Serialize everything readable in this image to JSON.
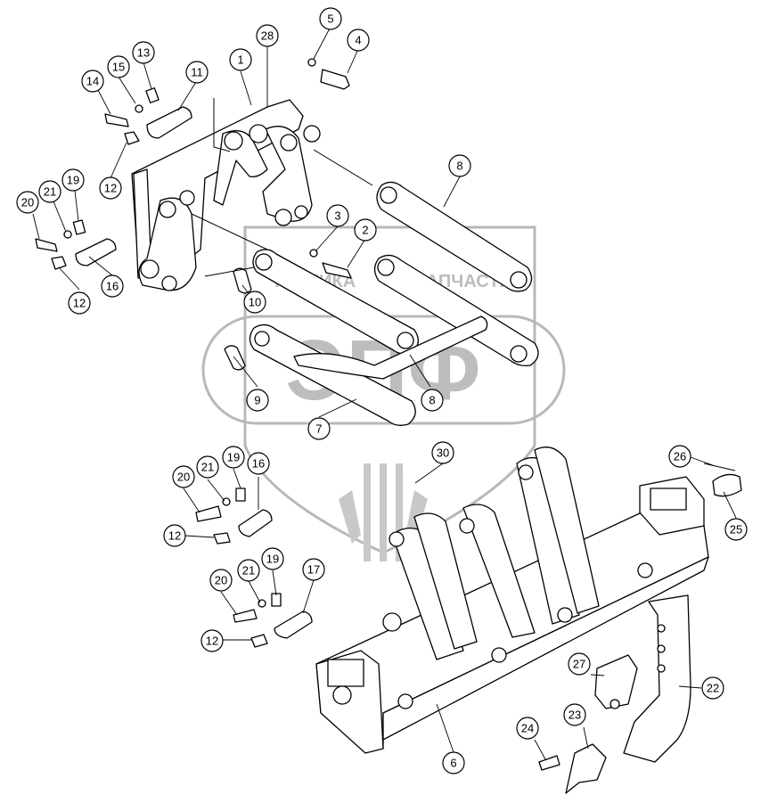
{
  "watermark": {
    "brand_text": "ЭПФ",
    "tagline_left": "ТЕХНИКА",
    "tagline_sep": "+",
    "tagline_right": "ЗАПЧАСТИ",
    "color": "#bdbdbd"
  },
  "callouts": [
    {
      "label": "1"
    },
    {
      "label": "28"
    },
    {
      "label": "5"
    },
    {
      "label": "4"
    },
    {
      "label": "13"
    },
    {
      "label": "15"
    },
    {
      "label": "14"
    },
    {
      "label": "11"
    },
    {
      "label": "12"
    },
    {
      "label": "8"
    },
    {
      "label": "20"
    },
    {
      "label": "21"
    },
    {
      "label": "19"
    },
    {
      "label": "3"
    },
    {
      "label": "2"
    },
    {
      "label": "12"
    },
    {
      "label": "16"
    },
    {
      "label": "10"
    },
    {
      "label": "9"
    },
    {
      "label": "8"
    },
    {
      "label": "7"
    },
    {
      "label": "30"
    },
    {
      "label": "26"
    },
    {
      "label": "20"
    },
    {
      "label": "21"
    },
    {
      "label": "19"
    },
    {
      "label": "16"
    },
    {
      "label": "25"
    },
    {
      "label": "12"
    },
    {
      "label": "20"
    },
    {
      "label": "21"
    },
    {
      "label": "19"
    },
    {
      "label": "17"
    },
    {
      "label": "12"
    },
    {
      "label": "27"
    },
    {
      "label": "22"
    },
    {
      "label": "23"
    },
    {
      "label": "24"
    },
    {
      "label": "6"
    }
  ]
}
